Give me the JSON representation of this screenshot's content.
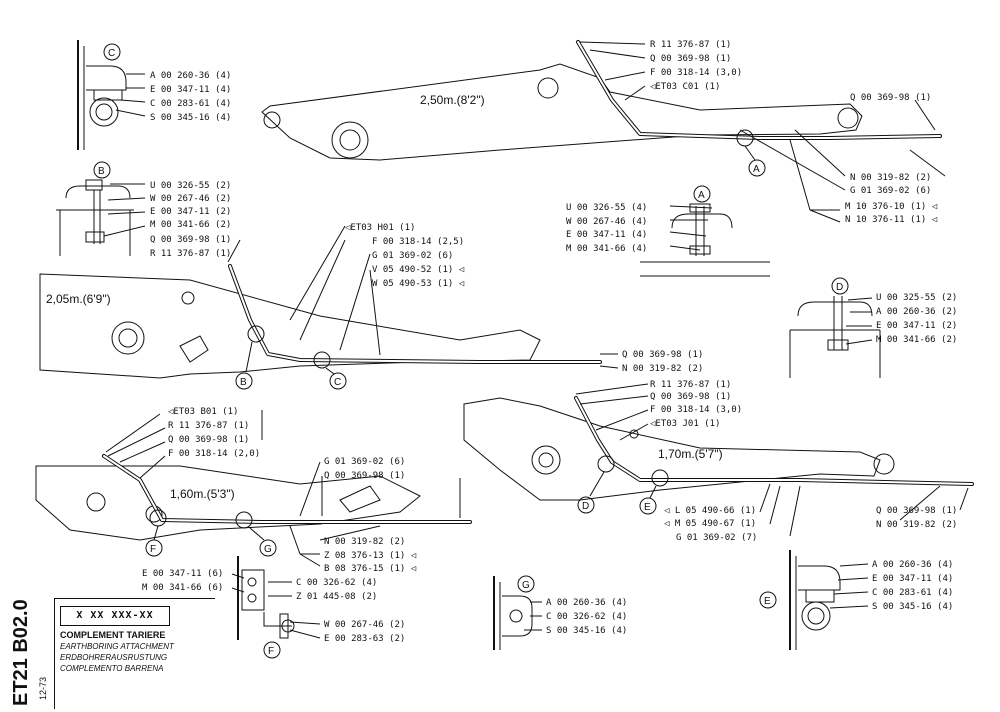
{
  "doc": {
    "code": "ET21 B02.0",
    "date": "12-73",
    "part_number": "X XX XXX-XX",
    "titles": [
      "COMPLEMENT TARIERE",
      "EARTHBORING ATTACHMENT",
      "ERDBOHRERAUSRUSTUNG",
      "COMPLEMENTO BARRENA"
    ]
  },
  "boom_lengths": {
    "top_right": "2,50m.(8'2\")",
    "mid_left": "2,05m.(6'9\")",
    "bottom_left": "1,60m.(5'3\")",
    "bottom_right": "1,70m.(5'7\")"
  },
  "callouts": [
    "A",
    "B",
    "C",
    "D",
    "E",
    "F",
    "G"
  ],
  "details": {
    "C": [
      "A 00 260-36 (4)",
      "E 00 347-11 (4)",
      "C 00 283-61 (4)",
      "S 00 345-16 (4)"
    ],
    "B": [
      "U 00 326-55 (2)",
      "W 00 267-46 (2)",
      "E 00 347-11 (2)",
      "M 00 341-66 (2)",
      "Q 00 369-98 (1)",
      "R 11 376-87 (1)"
    ],
    "A": [
      "U 00 326-55 (4)",
      "W 00 267-46 (4)",
      "E 00 347-11 (4)",
      "M 00 341-66 (4)"
    ],
    "D": [
      "U 00 325-55 (2)",
      "A 00 260-36 (2)",
      "E 00 347-11 (2)",
      "M 00 341-66 (2)"
    ],
    "G": [
      "A 00 260-36 (4)",
      "C 00 326-62 (4)",
      "S 00 345-16 (4)"
    ],
    "E": [
      "A 00 260-36 (4)",
      "E 00 347-11 (4)",
      "C 00 283-61 (4)",
      "S 00 345-16 (4)"
    ],
    "F_left": [
      "E 00 347-11 (6)",
      "M 00 341-66 (6)"
    ],
    "F_right": [
      "C 00 326-62 (4)",
      "Z 01 445-08 (2)",
      "W 00 267-46 (2)",
      "E 00 283-63 (2)"
    ]
  },
  "top_labels": [
    "R 11 376-87 (1)",
    "Q 00 369-98 (1)",
    "F 00 318-14 (3,0)",
    "◁ET03 C01 (1)",
    "Q 00 369-98 (1)",
    "N 00 319-82 (2)",
    "G 01 369-02 (6)",
    "M 10 376-10 (1) ◁",
    "N 10 376-11 (1) ◁"
  ],
  "mid_labels": [
    "◁ET03 H01 (1)",
    "F 00 318-14 (2,5)",
    "G 01 369-02 (6)",
    "V 05 490-52 (1) ◁",
    "W 05 490-53 (1) ◁",
    "Q 00 369-98 (1)",
    "N 00 319-82 (2)"
  ],
  "bl_labels": [
    "◁ET03 B01 (1)",
    "R 11 376-87 (1)",
    "Q 00 369-98 (1)",
    "F 00 318-14 (2,0)",
    "G 01 369-02 (6)",
    "Q 00 369-98 (1)",
    "N 00 319-82 (2)",
    "Z 08 376-13 (1) ◁",
    "B 08 376-15 (1) ◁"
  ],
  "br_labels": [
    "R 11 376-87 (1)",
    "Q 00 369-98 (1)",
    "F 00 318-14 (3,0)",
    "◁ET03 J01 (1)",
    "Q 00 369-98 (1)",
    "N 00 319-82 (2)",
    "◁ L 05 490-66 (1)",
    "◁ M 05 490-67 (1)",
    "G 01 369-02 (7)"
  ]
}
